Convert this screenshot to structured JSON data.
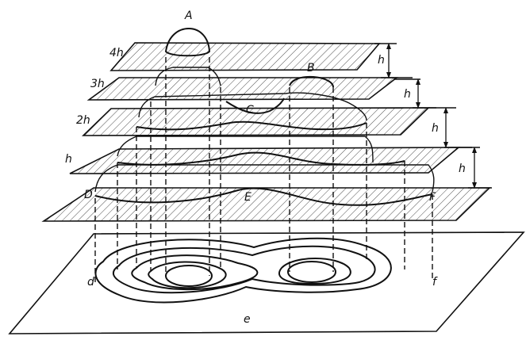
{
  "labels": {
    "peak_a": "A",
    "peak_b": "B",
    "saddle_c": "C",
    "point_d_upper": "D",
    "point_e_upper": "E",
    "point_f_upper": "F",
    "point_d_lower": "d",
    "point_e_lower": "e",
    "point_f_lower": "f"
  },
  "levels": {
    "level_4h": "4h",
    "level_3h": "3h",
    "level_2h": "2h",
    "level_h": "h"
  },
  "interval_labels": [
    "h",
    "h",
    "h",
    "h"
  ]
}
